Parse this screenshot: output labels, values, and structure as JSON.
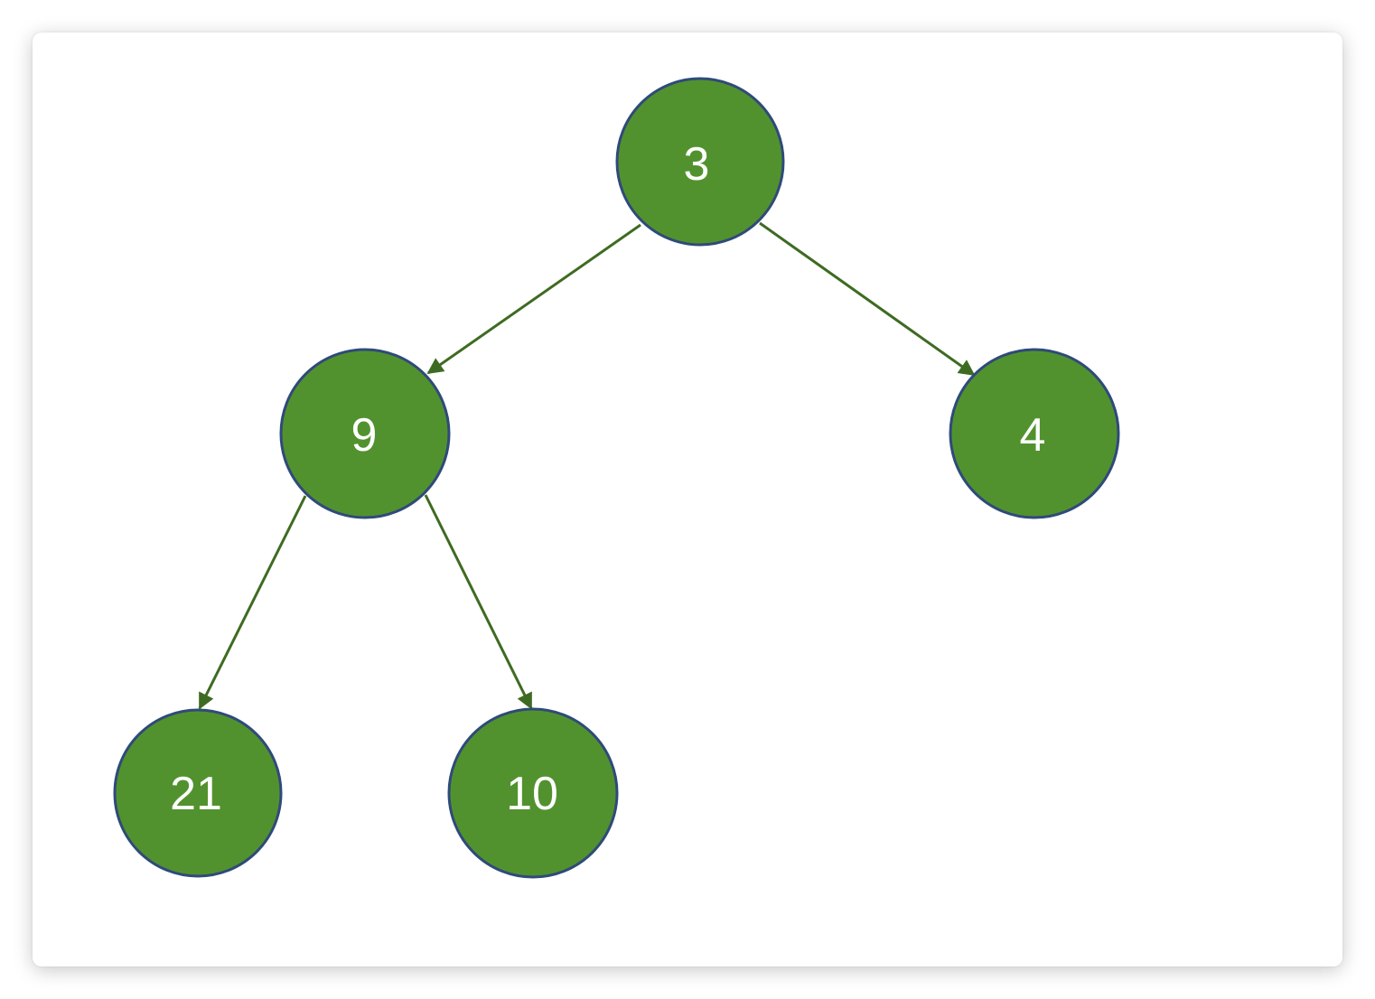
{
  "tree": {
    "colors": {
      "node_fill": "#52922e",
      "node_stroke": "#2f4a7a",
      "edge": "#3e6b22",
      "label": "#ffffff"
    },
    "nodes": [
      {
        "id": "n3",
        "label": "3"
      },
      {
        "id": "n9",
        "label": "9"
      },
      {
        "id": "n4",
        "label": "4"
      },
      {
        "id": "n21",
        "label": "21"
      },
      {
        "id": "n10",
        "label": "10"
      }
    ],
    "edges": [
      {
        "from": "n3",
        "to": "n9"
      },
      {
        "from": "n3",
        "to": "n4"
      },
      {
        "from": "n9",
        "to": "n21"
      },
      {
        "from": "n9",
        "to": "n10"
      }
    ]
  }
}
